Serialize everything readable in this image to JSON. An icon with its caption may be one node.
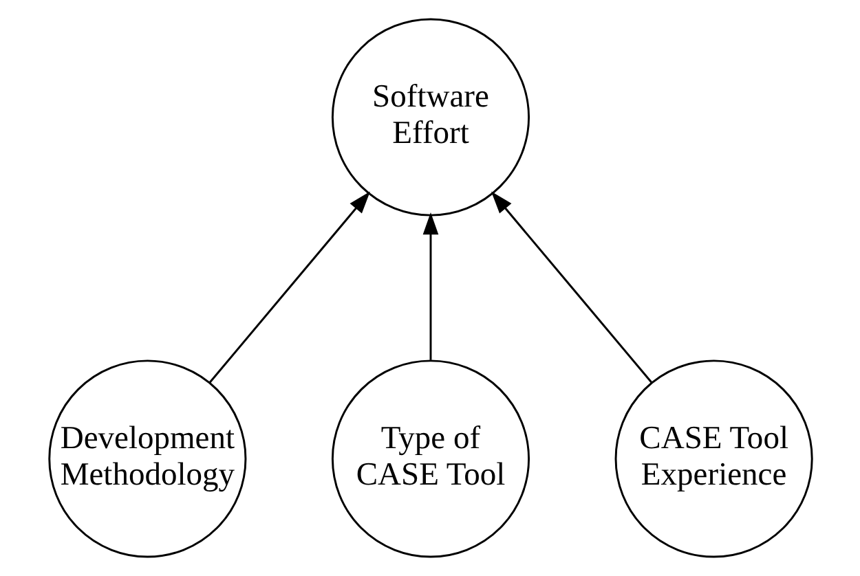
{
  "diagram": {
    "nodes": [
      {
        "text": [
          "Software Effort"
        ]
      },
      {
        "text": [
          "Development Methodology"
        ]
      },
      {
        "text": [
          "Type of CASE Tool"
        ]
      },
      {
        "text": [
          "CASE Tool Experience"
        ]
      }
    ],
    "edges": [
      {
        "from": 1,
        "to": 0,
        "arrow": "to"
      },
      {
        "from": 2,
        "to": 0,
        "arrow": "to"
      },
      {
        "from": 3,
        "to": 0,
        "arrow": "to"
      }
    ]
  }
}
